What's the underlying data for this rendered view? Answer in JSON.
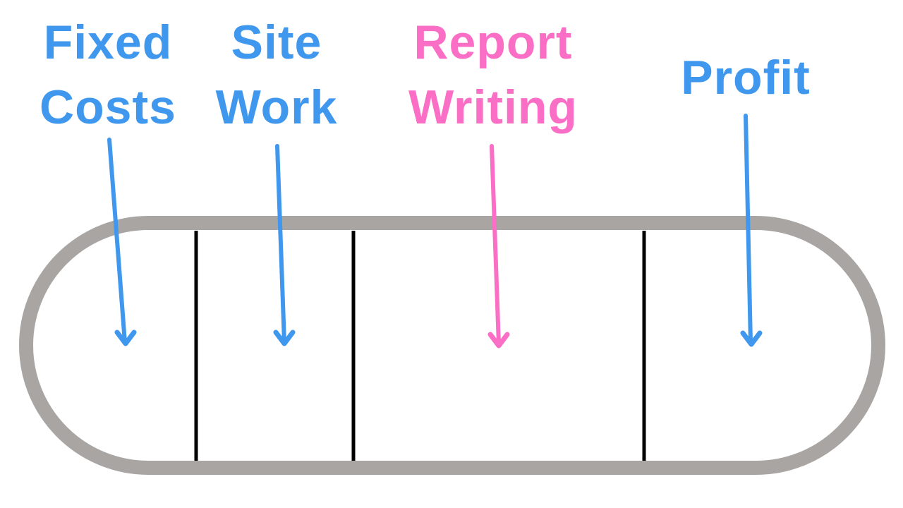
{
  "diagram": {
    "description": "Fee breakdown capsule diagram divided into four segments",
    "labels": [
      {
        "id": "fixed-costs",
        "line1": "Fixed",
        "line2": "Costs",
        "color": "#3f97ee"
      },
      {
        "id": "site-work",
        "line1": "Site",
        "line2": "Work",
        "color": "#3f97ee"
      },
      {
        "id": "report-writing",
        "line1": "Report",
        "line2": "Writing",
        "color": "#fa6ec5"
      },
      {
        "id": "profit",
        "line1": "Profit",
        "line2": "",
        "color": "#3f97ee"
      }
    ],
    "segments": [
      "Fixed Costs",
      "Site Work",
      "Report Writing",
      "Profit"
    ],
    "arrows": [
      {
        "name": "fixed-costs-arrow",
        "color": "#3f97ee"
      },
      {
        "name": "site-work-arrow",
        "color": "#3f97ee"
      },
      {
        "name": "report-writing-arrow",
        "color": "#fa6ec5"
      },
      {
        "name": "profit-arrow",
        "color": "#3f97ee"
      }
    ],
    "colors": {
      "label_blue": "#3f97ee",
      "label_pink": "#fa6ec5",
      "pill_gray": "#a8a5a2",
      "divider_black": "#000000",
      "background": "#ffffff"
    }
  }
}
